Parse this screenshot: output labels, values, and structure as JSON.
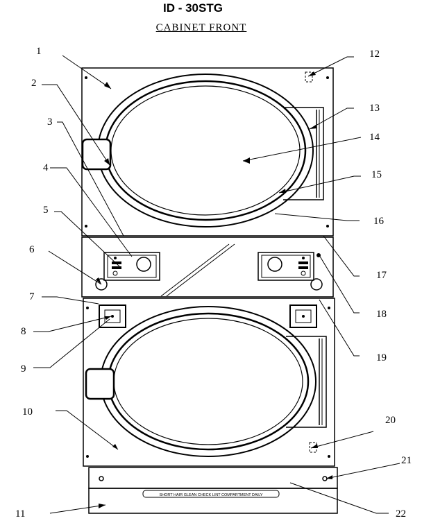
{
  "header": {
    "model": "ID - 30STG",
    "section": "CABINET FRONT"
  },
  "callouts": [
    "1",
    "2",
    "3",
    "4",
    "5",
    "6",
    "7",
    "8",
    "9",
    "10",
    "11",
    "12",
    "13",
    "14",
    "15",
    "16",
    "17",
    "18",
    "19",
    "20",
    "21",
    "22"
  ],
  "kick_panel_label": "SHORT HAIR GLEAN CHECK LINT COMPARTMENT DAILY"
}
